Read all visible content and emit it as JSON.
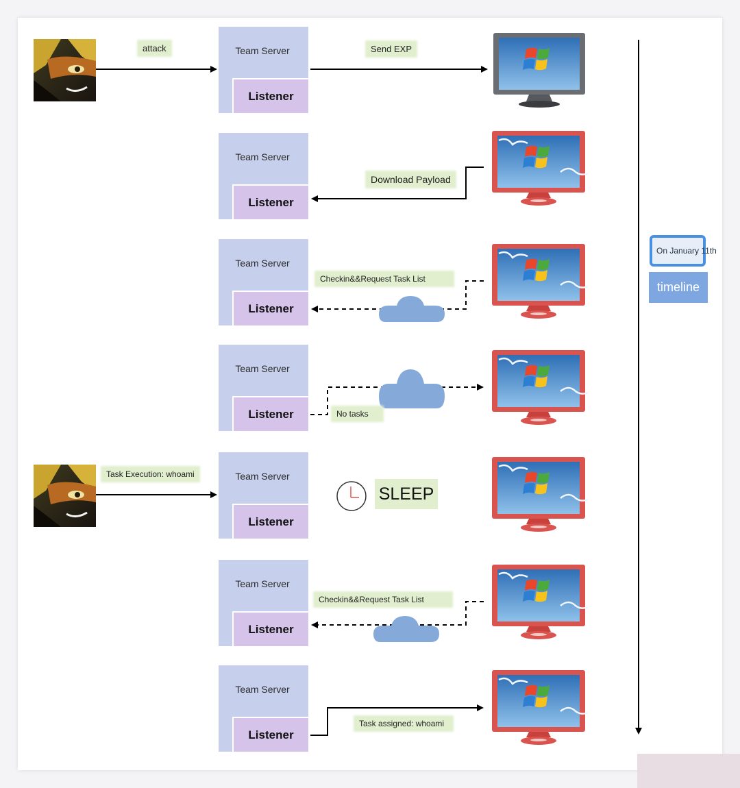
{
  "diagram": {
    "team_server_label": "Team Server",
    "listener_label": "Listener",
    "labels": {
      "attack": "attack",
      "send_exp": "Send EXP",
      "download_payload": "Download Payload",
      "checkin_1": "Checkin&&Request Task List",
      "no_tasks": "No tasks",
      "task_execution": "Task Execution: whoami",
      "sleep": "SLEEP",
      "checkin_2": "Checkin&&Request Task List",
      "task_assigned": "Task assigned: whoami"
    },
    "timeline": {
      "date": "On January 11th",
      "label": "timeline"
    }
  },
  "colors": {
    "team_server_bg": "#c6cfec",
    "listener_bg": "#d5c3ea",
    "note_bg": "#e2efcf",
    "cloud": "#85a9d9",
    "infected_monitor": "#d9534f",
    "timeline_blue": "#4a90e2"
  },
  "icons": [
    "attacker-avatar-icon",
    "clean-monitor-icon",
    "infected-monitor-icon",
    "cloud-icon",
    "clock-icon"
  ]
}
